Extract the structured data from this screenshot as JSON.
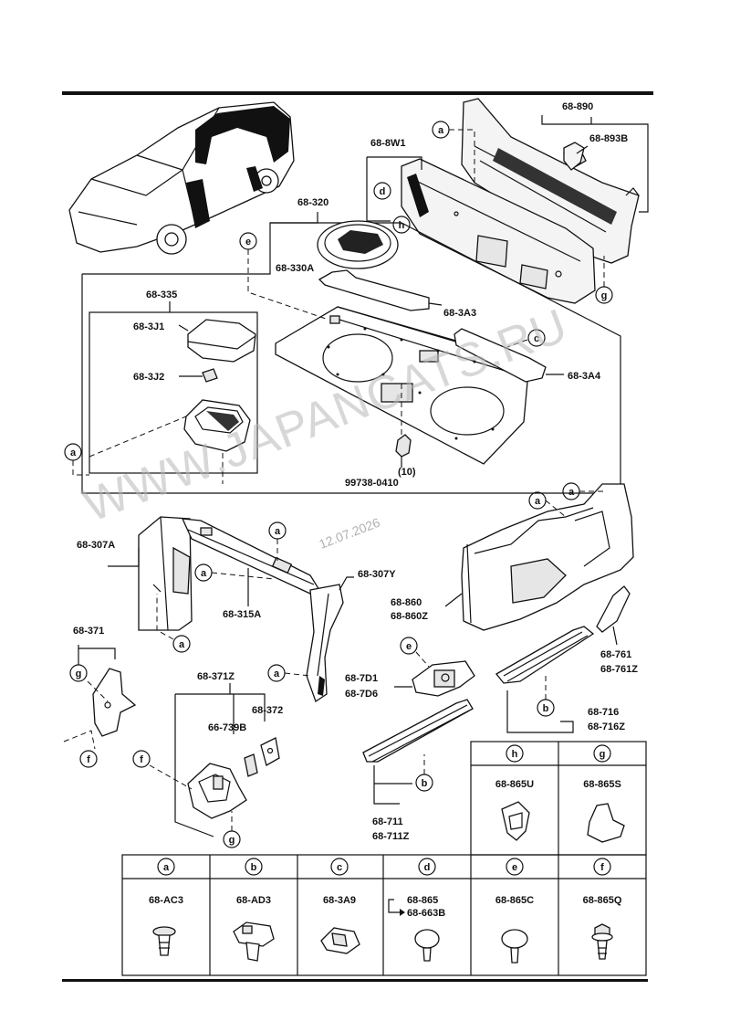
{
  "watermark": "WWW.JAPANCATS.RU",
  "date_stamp": "12.07.2026",
  "parts": {
    "p68_890": "68-890",
    "p68_893B": "68-893B",
    "p68_8W1": "68-8W1",
    "p68_320": "68-320",
    "p68_330A": "68-330A",
    "p68_3A3": "68-3A3",
    "p68_3A4": "68-3A4",
    "p68_335": "68-335",
    "p68_3J1": "68-3J1",
    "p68_3J2": "68-3J2",
    "qty_10": "(10)",
    "p99738_0410": "99738-0410",
    "p68_307A": "68-307A",
    "p68_315A": "68-315A",
    "p68_307Y": "68-307Y",
    "p68_860": "68-860",
    "p68_860Z": "68-860Z",
    "p68_761": "68-761",
    "p68_761Z": "68-761Z",
    "p68_371": "68-371",
    "p68_371Z": "68-371Z",
    "p68_372": "68-372",
    "p66_739B": "66-739B",
    "p68_7D1": "68-7D1",
    "p68_7D6": "68-7D6",
    "p68_716": "68-716",
    "p68_716Z": "68-716Z",
    "p68_711": "68-711",
    "p68_711Z": "68-711Z"
  },
  "callouts": {
    "a": "a",
    "b": "b",
    "c": "c",
    "d": "d",
    "e": "e",
    "f": "f",
    "g": "g",
    "h": "h"
  },
  "fastener_table_top": [
    {
      "key": "h",
      "part": "68-865U"
    },
    {
      "key": "g",
      "part": "68-865S"
    }
  ],
  "fastener_table": [
    {
      "key": "a",
      "part": "68-AC3"
    },
    {
      "key": "b",
      "part": "68-AD3"
    },
    {
      "key": "c",
      "part": "68-3A9"
    },
    {
      "key": "d",
      "part": "68-865",
      "part2": "68-663B"
    },
    {
      "key": "e",
      "part": "68-865C"
    },
    {
      "key": "f",
      "part": "68-865Q"
    }
  ]
}
